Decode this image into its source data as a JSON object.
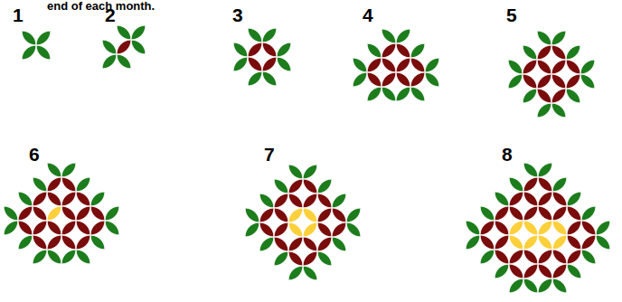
{
  "diagram": {
    "labels": [
      "end of each month.",
      "1",
      "2",
      "3",
      "4",
      "5",
      "6",
      "7",
      "8"
    ]
  }
}
